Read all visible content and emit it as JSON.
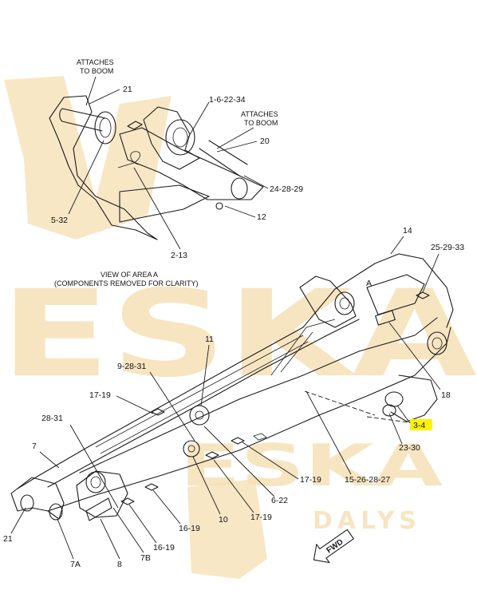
{
  "colors": {
    "watermark": "#f6dfb2",
    "highlight": "#fff200",
    "ink": "#1a1a1a"
  },
  "watermark": {
    "brand": "ESKA",
    "brand_sub": "ESKA",
    "tagline": "DALYS"
  },
  "notes": {
    "attaches_boom_1": [
      "ATTACHES",
      "TO BOOM"
    ],
    "attaches_boom_2": [
      "ATTACHES",
      "TO BOOM"
    ],
    "view_area": [
      "VIEW OF AREA  A",
      "(COMPONENTS REMOVED FOR CLARITY)"
    ],
    "area_letter": "A",
    "fwd": "FWD"
  },
  "callouts": {
    "c21_top": "21",
    "c1_6_22_34": "1-6-22-34",
    "c20": "20",
    "c24_28_29": "24-28-29",
    "c12": "12",
    "c5_32": "5-32",
    "c2_13": "2-13",
    "c14": "14",
    "c25_29_33": "25-29-33",
    "c18": "18",
    "c3_4": "3-4",
    "c23_30": "23-30",
    "c11": "11",
    "c9_28_31": "9-28-31",
    "c17_19_a": "17-19",
    "c28_31": "28-31",
    "c7": "7",
    "c17_19_b": "17-19",
    "c15_26_28_27": "15-26-28-27",
    "c6_22": "6-22",
    "c17_19_c": "17-19",
    "c10": "10",
    "c16_19_a": "16-19",
    "c16_19_b": "16-19",
    "c21_bottom": "21",
    "c7A": "7A",
    "c8": "8",
    "c7B": "7B"
  }
}
